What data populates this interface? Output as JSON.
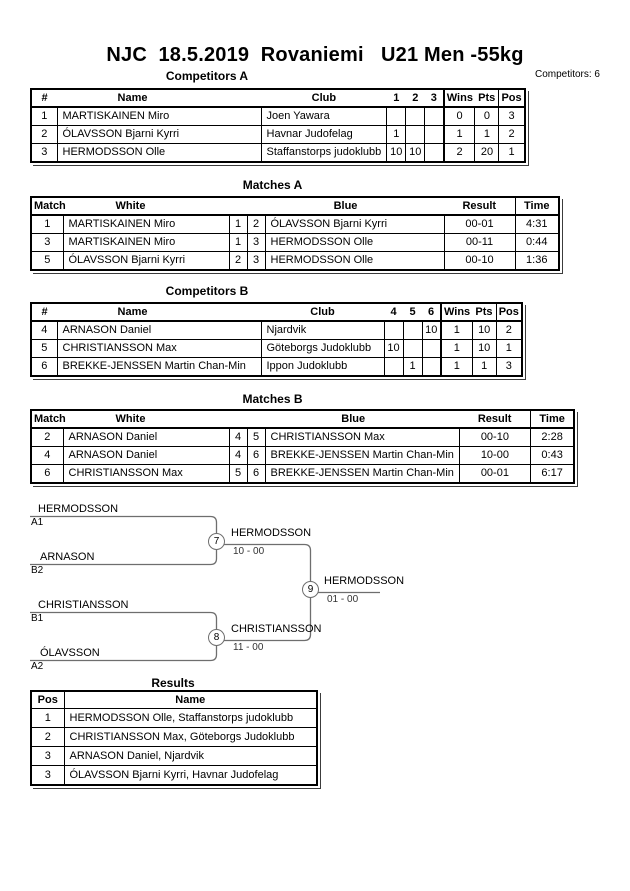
{
  "page": {
    "title": "NJC  18.5.2019  Rovaniemi   U21 Men -55kg",
    "competitors_label": "Competitors: 6"
  },
  "competitors_a": {
    "title": "Competitors A",
    "headers": {
      "num": "#",
      "name": "Name",
      "club": "Club",
      "r1": "1",
      "r2": "2",
      "r3": "3",
      "wins": "Wins",
      "pts": "Pts",
      "pos": "Pos"
    },
    "rows": [
      {
        "num": "1",
        "name": "MARTISKAINEN Miro",
        "club": "Joen Yawara",
        "r1": "",
        "r2": "",
        "r3": "",
        "wins": "0",
        "pts": "0",
        "pos": "3"
      },
      {
        "num": "2",
        "name": "ÓLAVSSON Bjarni Kyrri",
        "club": "Havnar Judofelag",
        "r1": "1",
        "r2": "",
        "r3": "",
        "wins": "1",
        "pts": "1",
        "pos": "2"
      },
      {
        "num": "3",
        "name": "HERMODSSON Olle",
        "club": "Staffanstorps judoklubb",
        "r1": "10",
        "r2": "10",
        "r3": "",
        "wins": "2",
        "pts": "20",
        "pos": "1"
      }
    ]
  },
  "matches_a": {
    "title": "Matches A",
    "headers": {
      "match": "Match",
      "white": "White",
      "blue": "Blue",
      "result": "Result",
      "time": "Time"
    },
    "rows": [
      {
        "match": "1",
        "white": "MARTISKAINEN Miro",
        "wnum": "1",
        "bnum": "2",
        "blue": "ÓLAVSSON Bjarni Kyrri",
        "result": "00-01",
        "time": "4:31"
      },
      {
        "match": "3",
        "white": "MARTISKAINEN Miro",
        "wnum": "1",
        "bnum": "3",
        "blue": "HERMODSSON Olle",
        "result": "00-11",
        "time": "0:44"
      },
      {
        "match": "5",
        "white": "ÓLAVSSON Bjarni Kyrri",
        "wnum": "2",
        "bnum": "3",
        "blue": "HERMODSSON Olle",
        "result": "00-10",
        "time": "1:36"
      }
    ]
  },
  "competitors_b": {
    "title": "Competitors B",
    "headers": {
      "num": "#",
      "name": "Name",
      "club": "Club",
      "r1": "4",
      "r2": "5",
      "r3": "6",
      "wins": "Wins",
      "pts": "Pts",
      "pos": "Pos"
    },
    "rows": [
      {
        "num": "4",
        "name": "ARNASON Daniel",
        "club": "Njardvik",
        "r1": "",
        "r2": "",
        "r3": "10",
        "wins": "1",
        "pts": "10",
        "pos": "2"
      },
      {
        "num": "5",
        "name": "CHRISTIANSSON Max",
        "club": "Göteborgs Judoklubb",
        "r1": "10",
        "r2": "",
        "r3": "",
        "wins": "1",
        "pts": "10",
        "pos": "1"
      },
      {
        "num": "6",
        "name": "BREKKE-JENSSEN Martin Chan-Min",
        "club": "Ippon Judoklubb",
        "r1": "",
        "r2": "1",
        "r3": "",
        "wins": "1",
        "pts": "1",
        "pos": "3"
      }
    ]
  },
  "matches_b": {
    "title": "Matches B",
    "headers": {
      "match": "Match",
      "white": "White",
      "blue": "Blue",
      "result": "Result",
      "time": "Time"
    },
    "rows": [
      {
        "match": "2",
        "white": "ARNASON Daniel",
        "wnum": "4",
        "bnum": "5",
        "blue": "CHRISTIANSSON Max",
        "result": "00-10",
        "time": "2:28"
      },
      {
        "match": "4",
        "white": "ARNASON Daniel",
        "wnum": "4",
        "bnum": "6",
        "blue": "BREKKE-JENSSEN Martin Chan-Min",
        "result": "10-00",
        "time": "0:43"
      },
      {
        "match": "6",
        "white": "CHRISTIANSSON Max",
        "wnum": "5",
        "bnum": "6",
        "blue": "BREKKE-JENSSEN Martin Chan-Min",
        "result": "00-01",
        "time": "6:17"
      }
    ]
  },
  "bracket": {
    "slots": [
      {
        "name": "HERMODSSON",
        "tag": "A1"
      },
      {
        "name": "ARNASON",
        "tag": "B2"
      },
      {
        "name": "CHRISTIANSSON",
        "tag": "B1"
      },
      {
        "name": "ÓLAVSSON",
        "tag": "A2"
      }
    ],
    "matches": [
      {
        "number": "7",
        "winner": "HERMODSSON",
        "score": "10 - 00"
      },
      {
        "number": "8",
        "winner": "CHRISTIANSSON",
        "score": "11 - 00"
      },
      {
        "number": "9",
        "winner": "HERMODSSON",
        "score": "01 - 00"
      }
    ],
    "line_color": "#6e6e6e"
  },
  "results": {
    "title": "Results",
    "headers": {
      "pos": "Pos",
      "name": "Name"
    },
    "rows": [
      {
        "pos": "1",
        "name": "HERMODSSON Olle, Staffanstorps judoklubb"
      },
      {
        "pos": "2",
        "name": "CHRISTIANSSON Max, Göteborgs Judoklubb"
      },
      {
        "pos": "3",
        "name": "ARNASON Daniel, Njardvik"
      },
      {
        "pos": "3",
        "name": "ÓLAVSSON Bjarni Kyrri, Havnar Judofelag"
      }
    ]
  }
}
